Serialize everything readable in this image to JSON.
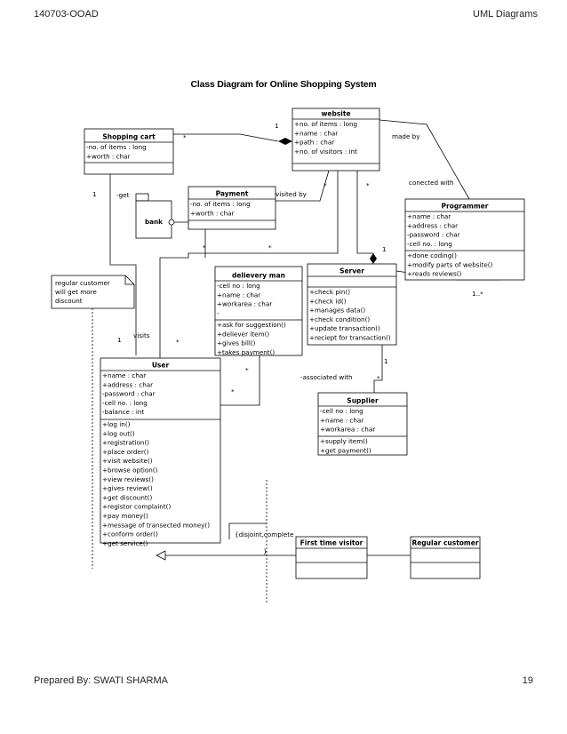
{
  "header": {
    "left": "140703-OOAD",
    "right": "UML Diagrams"
  },
  "footer": {
    "left": "Prepared By: SWATI SHARMA",
    "right": "19"
  },
  "diagram": {
    "title": "Class Diagram for Online Shopping System",
    "classes": {
      "website": {
        "name": "website",
        "attributes": [
          "+no. of items : long",
          "+name : char",
          "+path : char",
          "+no. of visitors : int"
        ],
        "methods": []
      },
      "shopping_cart": {
        "name": "Shopping cart",
        "attributes": [
          "-no. of items : long",
          "+worth : char"
        ],
        "methods": []
      },
      "payment": {
        "name": "Payment",
        "attributes": [
          "-no. of items : long",
          "+worth : char"
        ],
        "methods": []
      },
      "programmer": {
        "name": "Programmer",
        "attributes": [
          "+name : char",
          "+address : char",
          "-password : char",
          "-cell no. : long"
        ],
        "methods": [
          "+done coding()",
          "+modify parts of website()",
          "+reads  reviews()"
        ]
      },
      "delivery_man": {
        "name": "delievery man",
        "attributes": [
          "-cell no : long",
          "+name : char",
          "+workarea : char",
          "-"
        ],
        "methods": [
          "+ask for suggestion()",
          "+deliever item()",
          "+gives bill()",
          "+takes payment()"
        ]
      },
      "server": {
        "name": "Server",
        "attributes": [],
        "methods": [
          "+check pin()",
          "+check id()",
          "+manages data()",
          "+check condition()",
          "+update transaction()",
          "+reciept for transaction()"
        ]
      },
      "user": {
        "name": "User",
        "attributes": [
          "+name : char",
          "+address : char",
          "-password : char",
          "-cell no. : long",
          "-balance : int"
        ],
        "methods": [
          "+log in()",
          "+log out()",
          "+registration()",
          "+place order()",
          "+visit website()",
          "+browse option()",
          "+view reviews()",
          "+gives review()",
          "+get discount()",
          "+registor complaint()",
          "+pay money()",
          "+message of transected money()",
          "+conform order()",
          "+get service()"
        ]
      },
      "supplier": {
        "name": "Supplier",
        "attributes": [
          "-cell no : long",
          "+name : char",
          "+workarea : char"
        ],
        "methods": [
          "+supply item()",
          "+get payment()"
        ]
      },
      "first_time_visitor": {
        "name": "First time visitor"
      },
      "regular_customer": {
        "name": "Regular customer"
      }
    },
    "package_bank": "bank",
    "note": [
      "regular customer",
      "will get more",
      "discount"
    ],
    "generalization_constraint": "{disjoint,complete",
    "constraint_close": "}",
    "labels": {
      "made_by": "made by",
      "connected_with": "conected with",
      "get": "-get",
      "visited_by": "visited by",
      "visits": "visits",
      "associated_with": "-associated with",
      "m_1_website": "1",
      "m_star_cart": "*",
      "m_1_get": "1",
      "m_star_web_left": "*",
      "m_star_web_right": "*",
      "m_star_pay1": "*",
      "m_star_pay2": "*",
      "m_1_server": "1",
      "m_1n_prog": "1..*",
      "m_1_visits": "1",
      "m_star_visits": "*",
      "m_star_user1": "*",
      "m_star_user2": "*",
      "m_1_supplier": "1",
      "m_star_supplier": "*"
    }
  }
}
